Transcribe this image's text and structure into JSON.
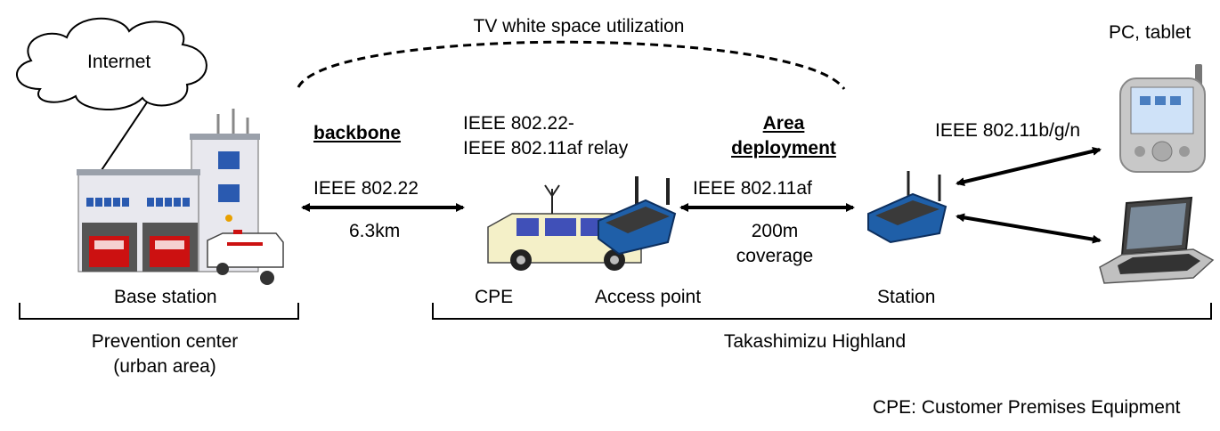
{
  "title": "TV white space utilization",
  "internet_label": "Internet",
  "pc_tablet_label": "PC, tablet",
  "backbone": {
    "heading": "backbone",
    "standard": "IEEE 802.22",
    "distance": "6.3km"
  },
  "relay": {
    "line1": "IEEE 802.22-",
    "line2": "IEEE 802.11af relay"
  },
  "area_deployment": {
    "heading_line1": "Area",
    "heading_line2": "deployment",
    "standard": "IEEE 802.11af",
    "coverage_line1": "200m",
    "coverage_line2": "coverage"
  },
  "client_standard": "IEEE 802.11b/g/n",
  "nodes": {
    "base_station": "Base station",
    "cpe": "CPE",
    "access_point": "Access point",
    "station": "Station"
  },
  "groups": {
    "prevention_line1": "Prevention center",
    "prevention_line2": "(urban area)",
    "highland": "Takashimizu Highland"
  },
  "footnote": "CPE: Customer Premises Equipment",
  "colors": {
    "router_blue": "#1f5fa8",
    "van_body": "#f4f0c8",
    "fire_truck": "#cc1111"
  }
}
